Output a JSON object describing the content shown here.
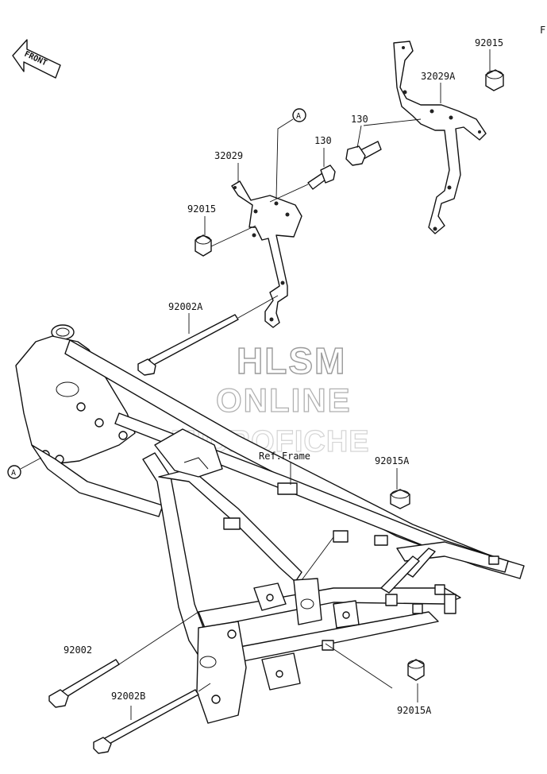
{
  "corner_mark": "F",
  "front_arrow": {
    "text": "FRONT"
  },
  "callout_marker": "A",
  "watermark": {
    "line1": "HLSM",
    "line2": "ONLINE",
    "line3": "MICROFICHE"
  },
  "part_labels": {
    "p92015_top": "92015",
    "p32029A": "32029A",
    "p130_right": "130",
    "p32029": "32029",
    "p130_left": "130",
    "p92015_left": "92015",
    "p92002A": "92002A",
    "ref_frame": "Ref.Frame",
    "p92015A_upper": "92015A",
    "p92002": "92002",
    "p92002B": "92002B",
    "p92015A_lower": "92015A"
  }
}
